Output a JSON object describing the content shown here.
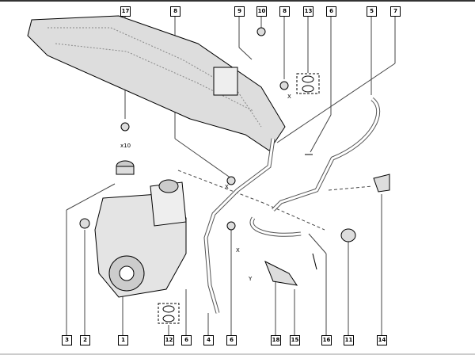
{
  "top_callouts": [
    "17",
    "8",
    "9",
    "10",
    "8",
    "13",
    "6",
    "5",
    "7"
  ],
  "bottom_callouts": [
    "3",
    "2",
    "1",
    "12",
    "6",
    "4",
    "6",
    "18",
    "15",
    "16",
    "11",
    "14"
  ],
  "annotations": {
    "quantity": "x10",
    "axis_x1": "X",
    "axis_x2": "X",
    "axis_x3": "X",
    "axis_y": "Y"
  }
}
